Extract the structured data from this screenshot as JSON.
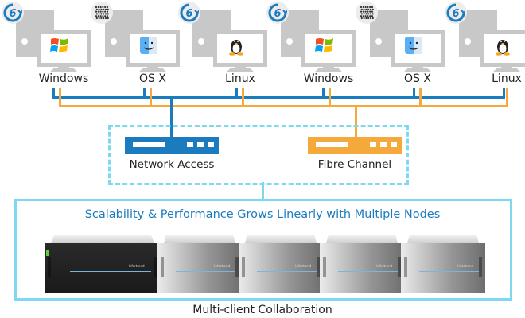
{
  "clients": [
    {
      "label": "Windows",
      "os": "windows",
      "badge": "evos-6-icon"
    },
    {
      "label": "OS X",
      "os": "osx",
      "badge": "cube-icon"
    },
    {
      "label": "Linux",
      "os": "linux",
      "badge": "evos-6-icon"
    },
    {
      "label": "Windows",
      "os": "windows",
      "badge": "evos-6-icon"
    },
    {
      "label": "OS X",
      "os": "osx",
      "badge": "cube-icon"
    },
    {
      "label": "Linux",
      "os": "linux",
      "badge": "evos-6-icon"
    }
  ],
  "badge_text": "6",
  "switches": {
    "network": {
      "label": "Network Access",
      "color": "#1a7bbf"
    },
    "fibre": {
      "label": "Fibre Channel",
      "color": "#f5a93b"
    }
  },
  "storage": {
    "title": "Scalability & Performance Grows Linearly with Multiple Nodes",
    "node_brand": "Infortrend",
    "node_count": 5
  },
  "caption": "Multi-client Collaboration",
  "colors": {
    "network": "#1a7bbf",
    "fibre": "#f5a93b",
    "frame": "#7fd8f2",
    "title": "#1a7bbf"
  }
}
